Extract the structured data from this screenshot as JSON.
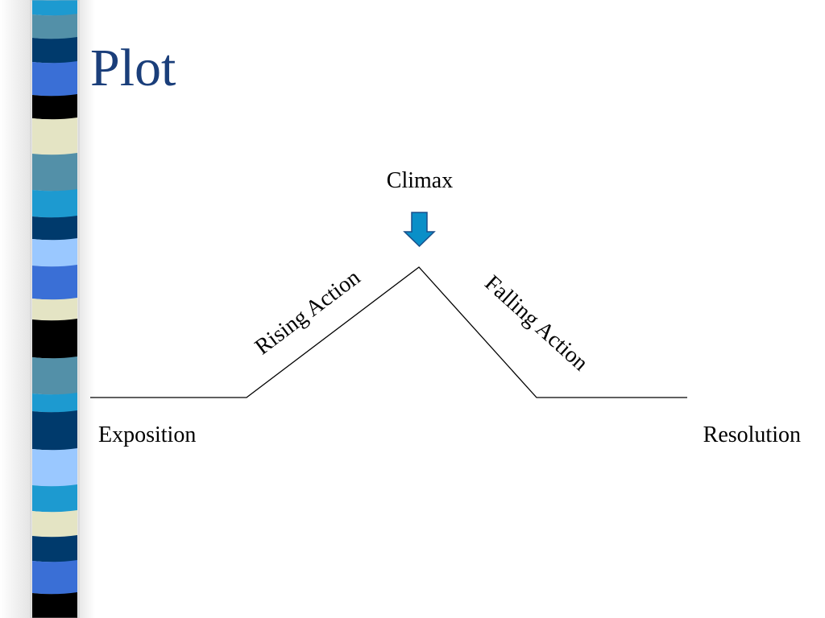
{
  "slide": {
    "title": "Plot"
  },
  "diagram": {
    "labels": {
      "climax": "Climax",
      "rising_action": "Rising Action",
      "falling_action": "Falling Action",
      "exposition": "Exposition",
      "resolution": "Resolution"
    },
    "arrow_icon": "down-arrow-icon",
    "colors": {
      "title": "#1a3e7a",
      "arrow_fill": "#0a8fc8",
      "arrow_stroke": "#1a4f8a",
      "line": "#000000"
    }
  },
  "decoration": {
    "stripe_colors": [
      "#1d9ad0",
      "#5390a8",
      "#003a6c",
      "#3a6fd6",
      "#000000",
      "#e4e4c4",
      "#9ac8ff"
    ]
  }
}
